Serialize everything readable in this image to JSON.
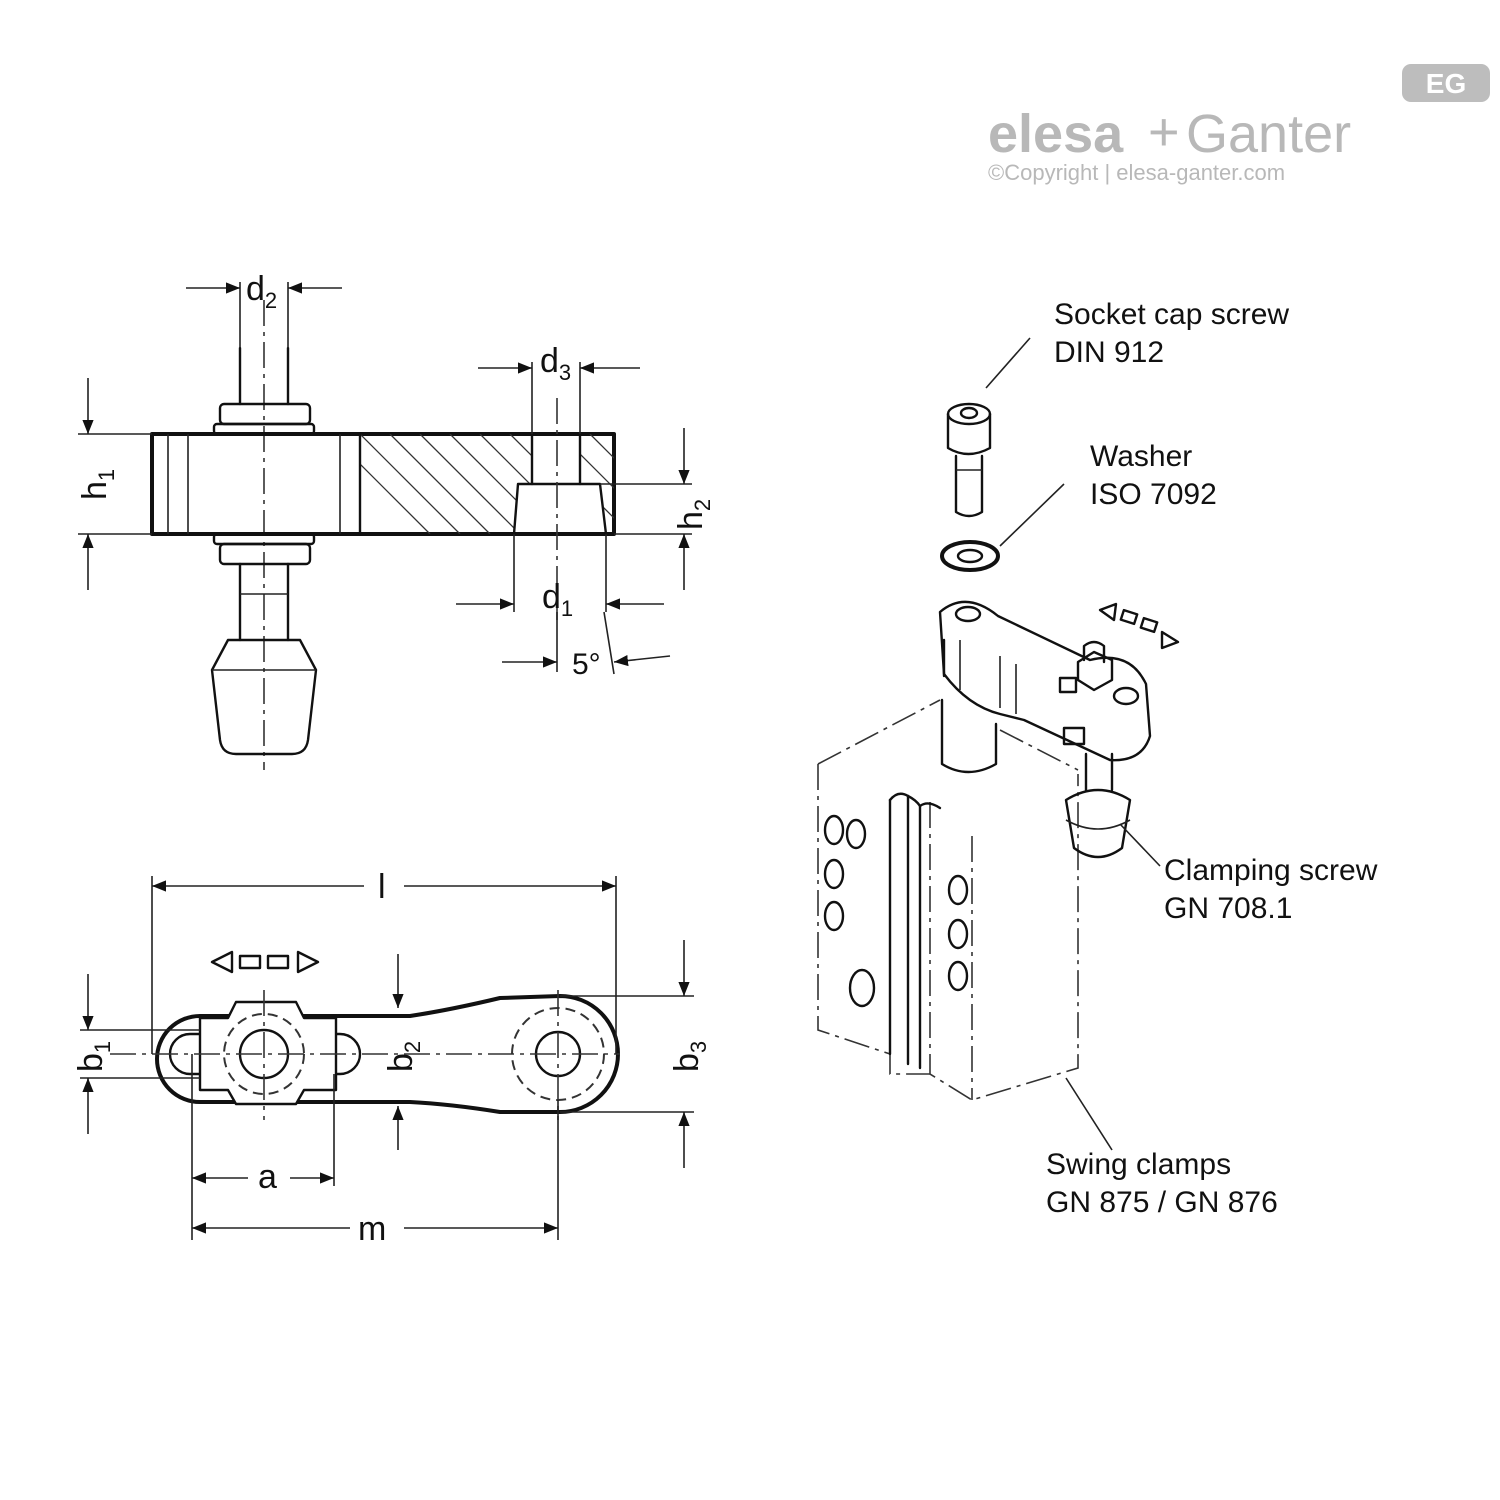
{
  "brand": {
    "badge_text": "EG",
    "name_part1": "elesa",
    "name_plus": "+",
    "name_part2": "Ganter",
    "copyright": "©Copyright | elesa-ganter.com"
  },
  "dimensions": {
    "d2": {
      "main": "d",
      "sub": "2"
    },
    "d3": {
      "main": "d",
      "sub": "3"
    },
    "d1": {
      "main": "d",
      "sub": "1"
    },
    "h1": {
      "main": "h",
      "sub": "1"
    },
    "h2": {
      "main": "h",
      "sub": "2"
    },
    "b1": {
      "main": "b",
      "sub": "1"
    },
    "b2": {
      "main": "b",
      "sub": "2"
    },
    "b3": {
      "main": "b",
      "sub": "3"
    },
    "l": "l",
    "a": "a",
    "m": "m",
    "angle": "5°"
  },
  "callouts": {
    "socket_screw": {
      "line1": "Socket cap screw",
      "line2": "DIN 912"
    },
    "washer": {
      "line1": "Washer",
      "line2": "ISO 7092"
    },
    "clamping_screw": {
      "line1": "Clamping screw",
      "line2": "GN 708.1"
    },
    "swing_clamps": {
      "line1": "Swing clamps",
      "line2": "GN 875 / GN 876"
    }
  }
}
